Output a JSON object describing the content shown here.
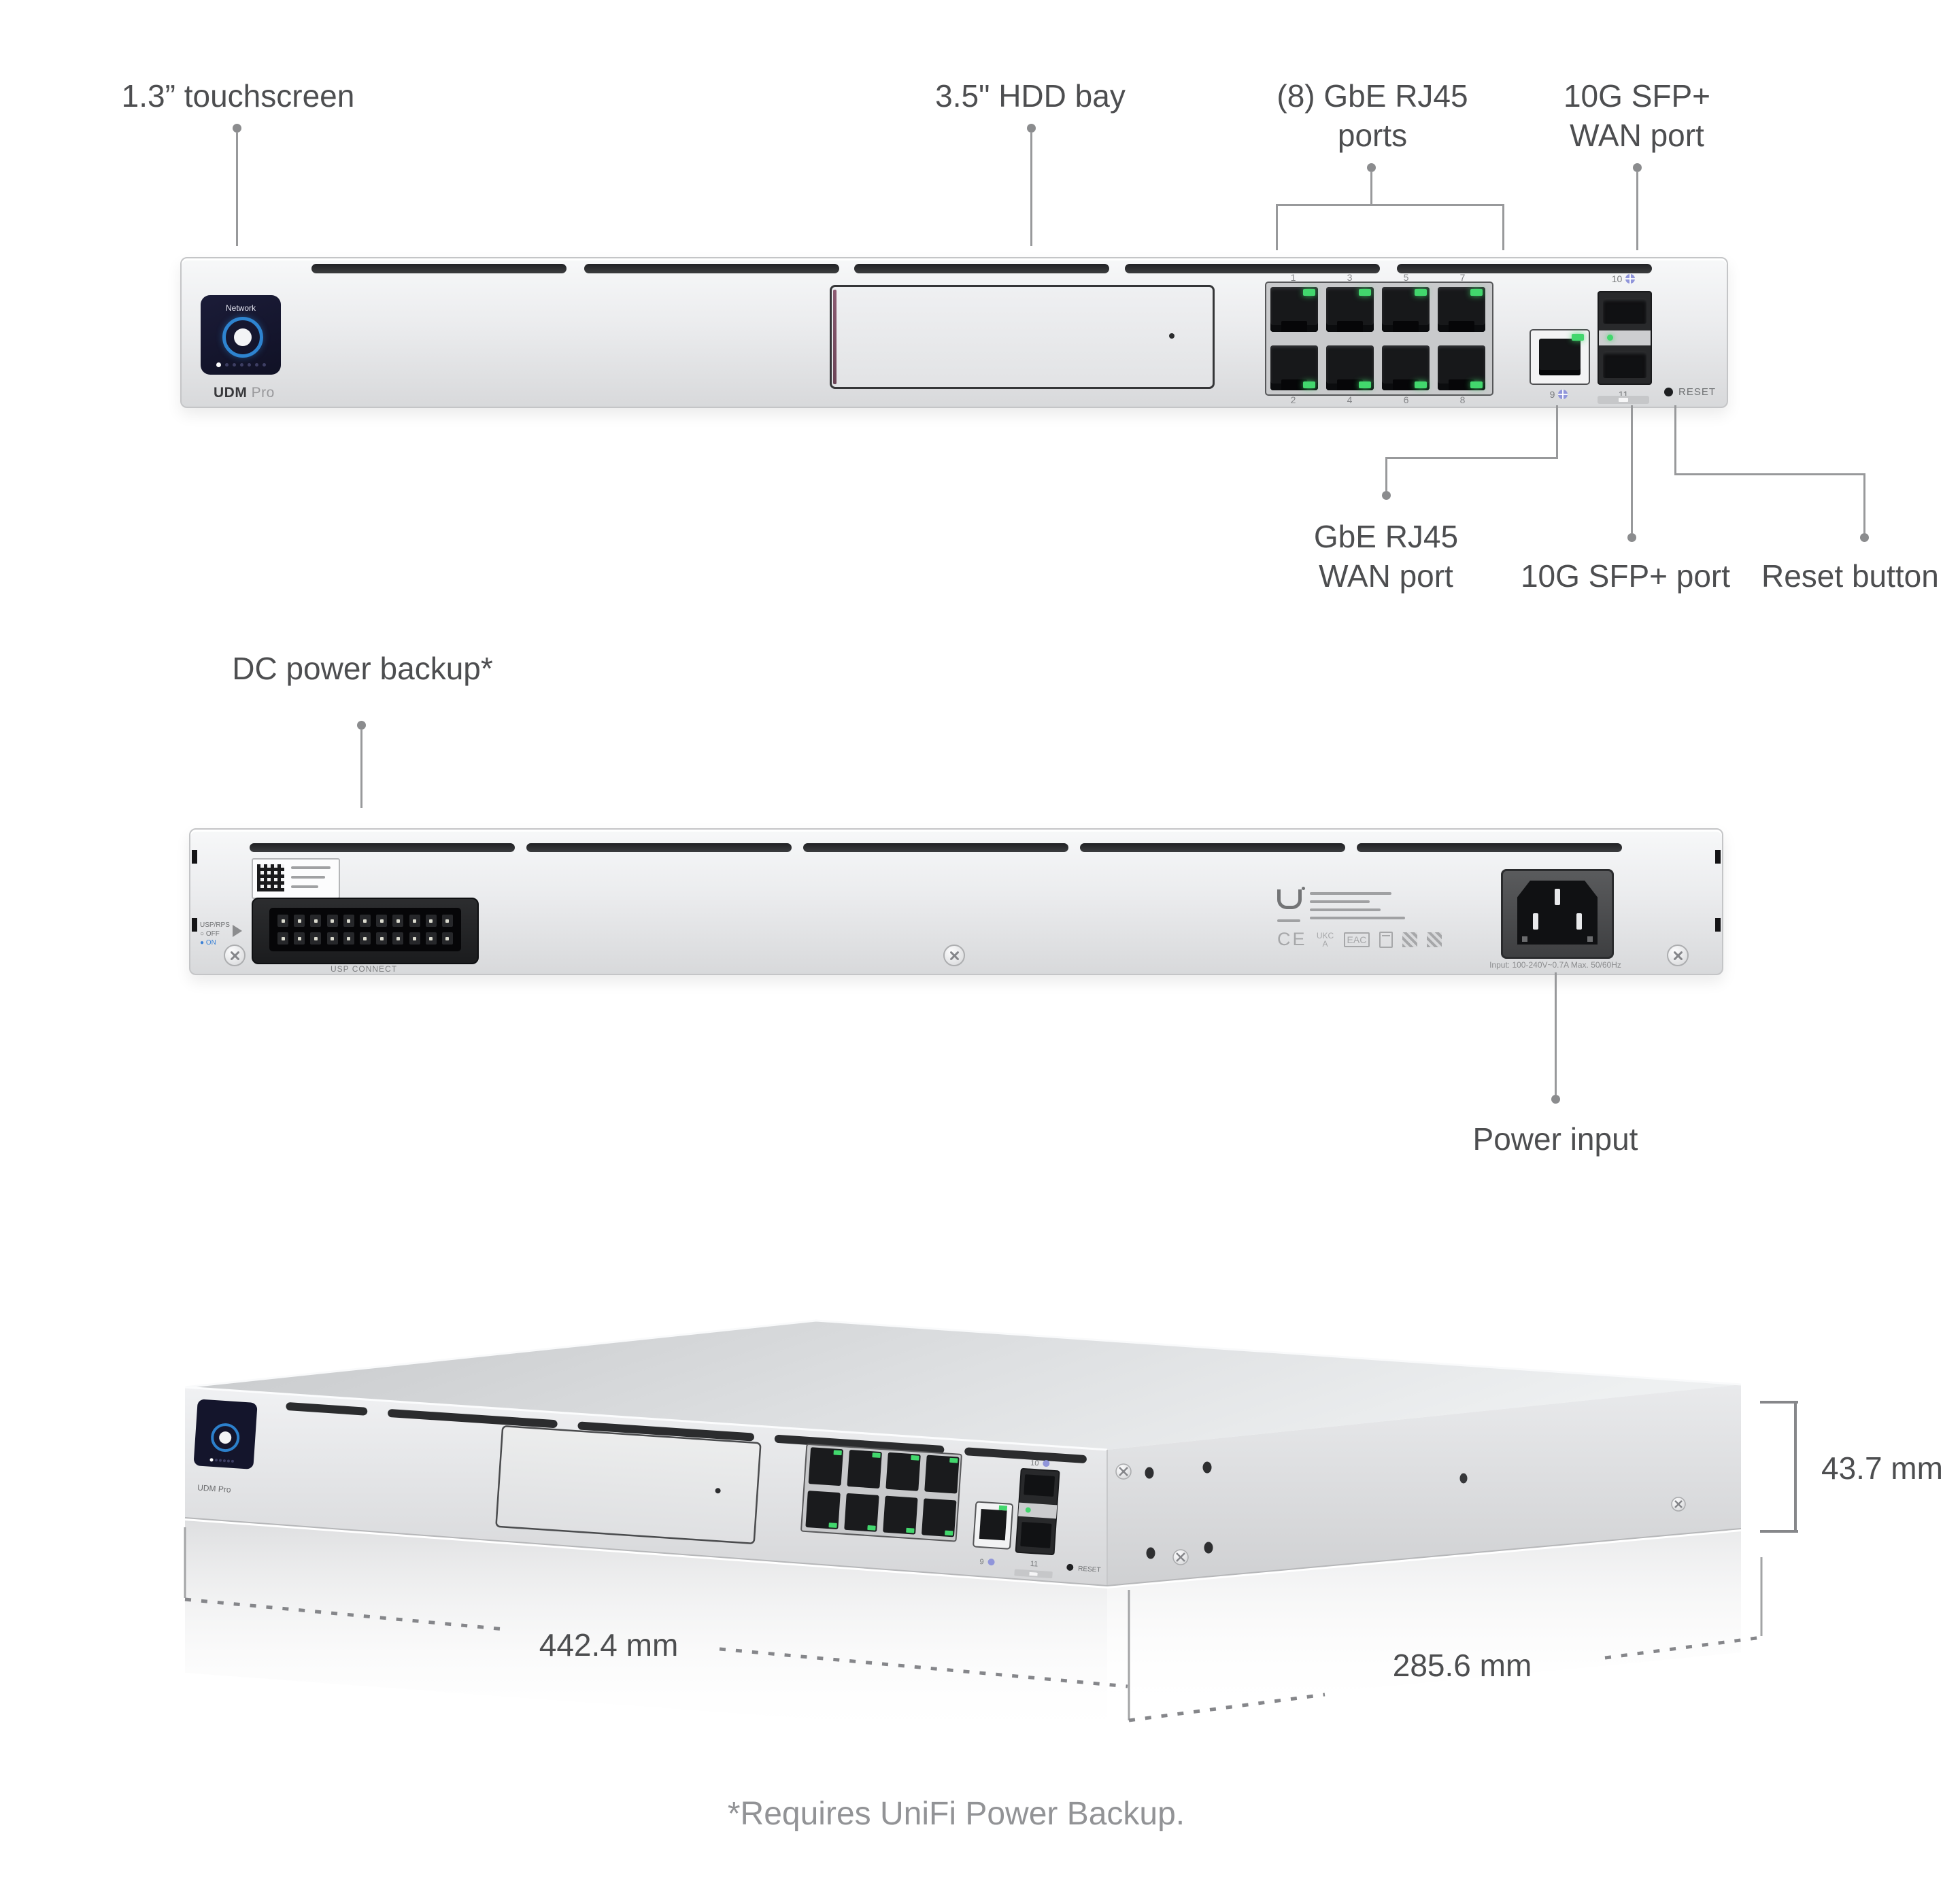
{
  "front_view": {
    "callouts_top": {
      "touchscreen": "1.3” touchscreen",
      "hdd_bay": "3.5\" HDD bay",
      "rj45_line1": "(8) GbE RJ45",
      "rj45_line2": "ports",
      "sfp_wan_line1": "10G SFP+",
      "sfp_wan_line2": "WAN port"
    },
    "callouts_bottom": {
      "gbe_wan_line1": "GbE RJ45",
      "gbe_wan_line2": "WAN port",
      "sfp_port": "10G SFP+ port",
      "reset": "Reset button"
    },
    "device": {
      "screen_title": "Network",
      "model_bold": "UDM",
      "model_suffix": " Pro",
      "ports_top": [
        "1",
        "3",
        "5",
        "7"
      ],
      "ports_bottom": [
        "2",
        "4",
        "6",
        "8"
      ],
      "wan_rj45_num": "9",
      "sfp_wan_num": "10",
      "sfp_num": "11",
      "reset_label": "RESET"
    }
  },
  "back_view": {
    "callout_dc": "DC power backup*",
    "callout_power": "Power input",
    "usp_connect": "USP CONNECT",
    "usp_switch": {
      "title": "USP/RPS",
      "off": "OFF",
      "on": "ON"
    },
    "cert_marks": [
      "CE",
      "UKCA",
      "EAC"
    ],
    "power_rating": "Input: 100-240V~0.7A Max. 50/60Hz"
  },
  "iso_view": {
    "dim_width": "442.4 mm",
    "dim_depth": "285.6 mm",
    "dim_height": "43.7 mm",
    "wan_rj45_num": "9",
    "sfp_wan_num": "10",
    "sfp_num": "11",
    "reset_label": "RESET"
  },
  "footer": "*Requires UniFi Power Backup.",
  "colors": {
    "chassis_silver": "#e4e5e7",
    "screen_navy": "#15162e",
    "ring_blue": "#2e84d0",
    "led_green": "#42d76d",
    "globe_blue": "#9095da",
    "label_gray": "#4d4e50",
    "leader_gray": "#98999b"
  }
}
